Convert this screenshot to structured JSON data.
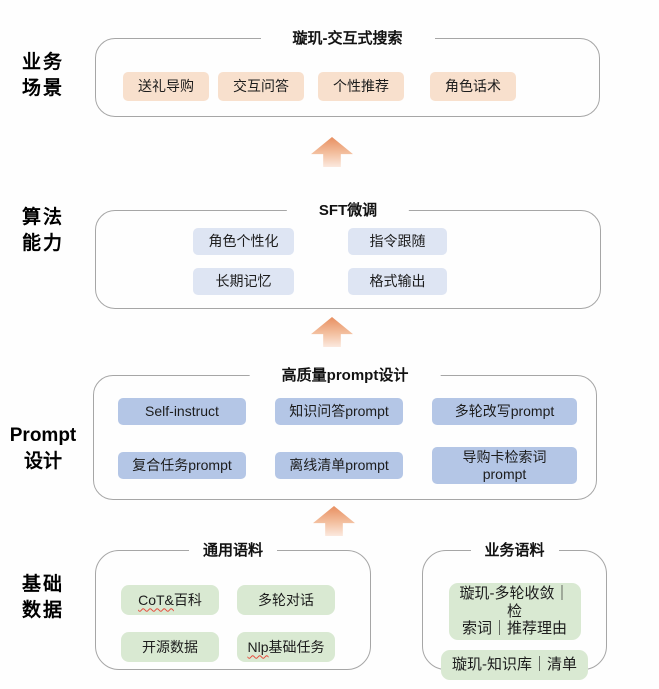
{
  "left_labels": {
    "business_scenarios": "业务\n场景",
    "algorithm_capability": "算法\n能力",
    "prompt_design": "Prompt\n设计",
    "base_data": "基础\n数据"
  },
  "business_box": {
    "title": "璇玑-交互式搜索",
    "items": [
      "送礼导购",
      "交互问答",
      "个性推荐",
      "角色话术"
    ]
  },
  "algorithm_box": {
    "title": "SFT微调",
    "items": [
      "角色个性化",
      "指令跟随",
      "长期记忆",
      "格式输出"
    ]
  },
  "prompt_box": {
    "title": "高质量prompt设计",
    "items": [
      "Self-instruct",
      "知识问答prompt",
      "多轮改写prompt",
      "复合任务prompt",
      "离线清单prompt",
      "导购卡检索词\nprompt"
    ]
  },
  "general_corpus_box": {
    "title": "通用语料",
    "items": [
      {
        "flagged": "CoT&",
        "rest": "百科"
      },
      {
        "flagged": "",
        "rest": "多轮对话"
      },
      {
        "flagged": "",
        "rest": "开源数据"
      },
      {
        "flagged": "Nlp",
        "rest": "基础任务"
      }
    ]
  },
  "business_corpus_box": {
    "title": "业务语料",
    "items": [
      "璇玑-多轮收敛｜检\n索词｜推荐理由",
      "璇玑-知识库｜清单"
    ]
  },
  "colors": {
    "scenario_tag": "#f8e0cd",
    "algorithm_tag": "#dee5f3",
    "prompt_tag": "#b4c6e6",
    "corpus_tag": "#d9e9d2",
    "frame_border": "#a6a6a6",
    "arrow_gradient_top": "#e88f60",
    "arrow_gradient_bottom": "#fbe9de",
    "spellcheck_underline": "#e74c3c"
  }
}
